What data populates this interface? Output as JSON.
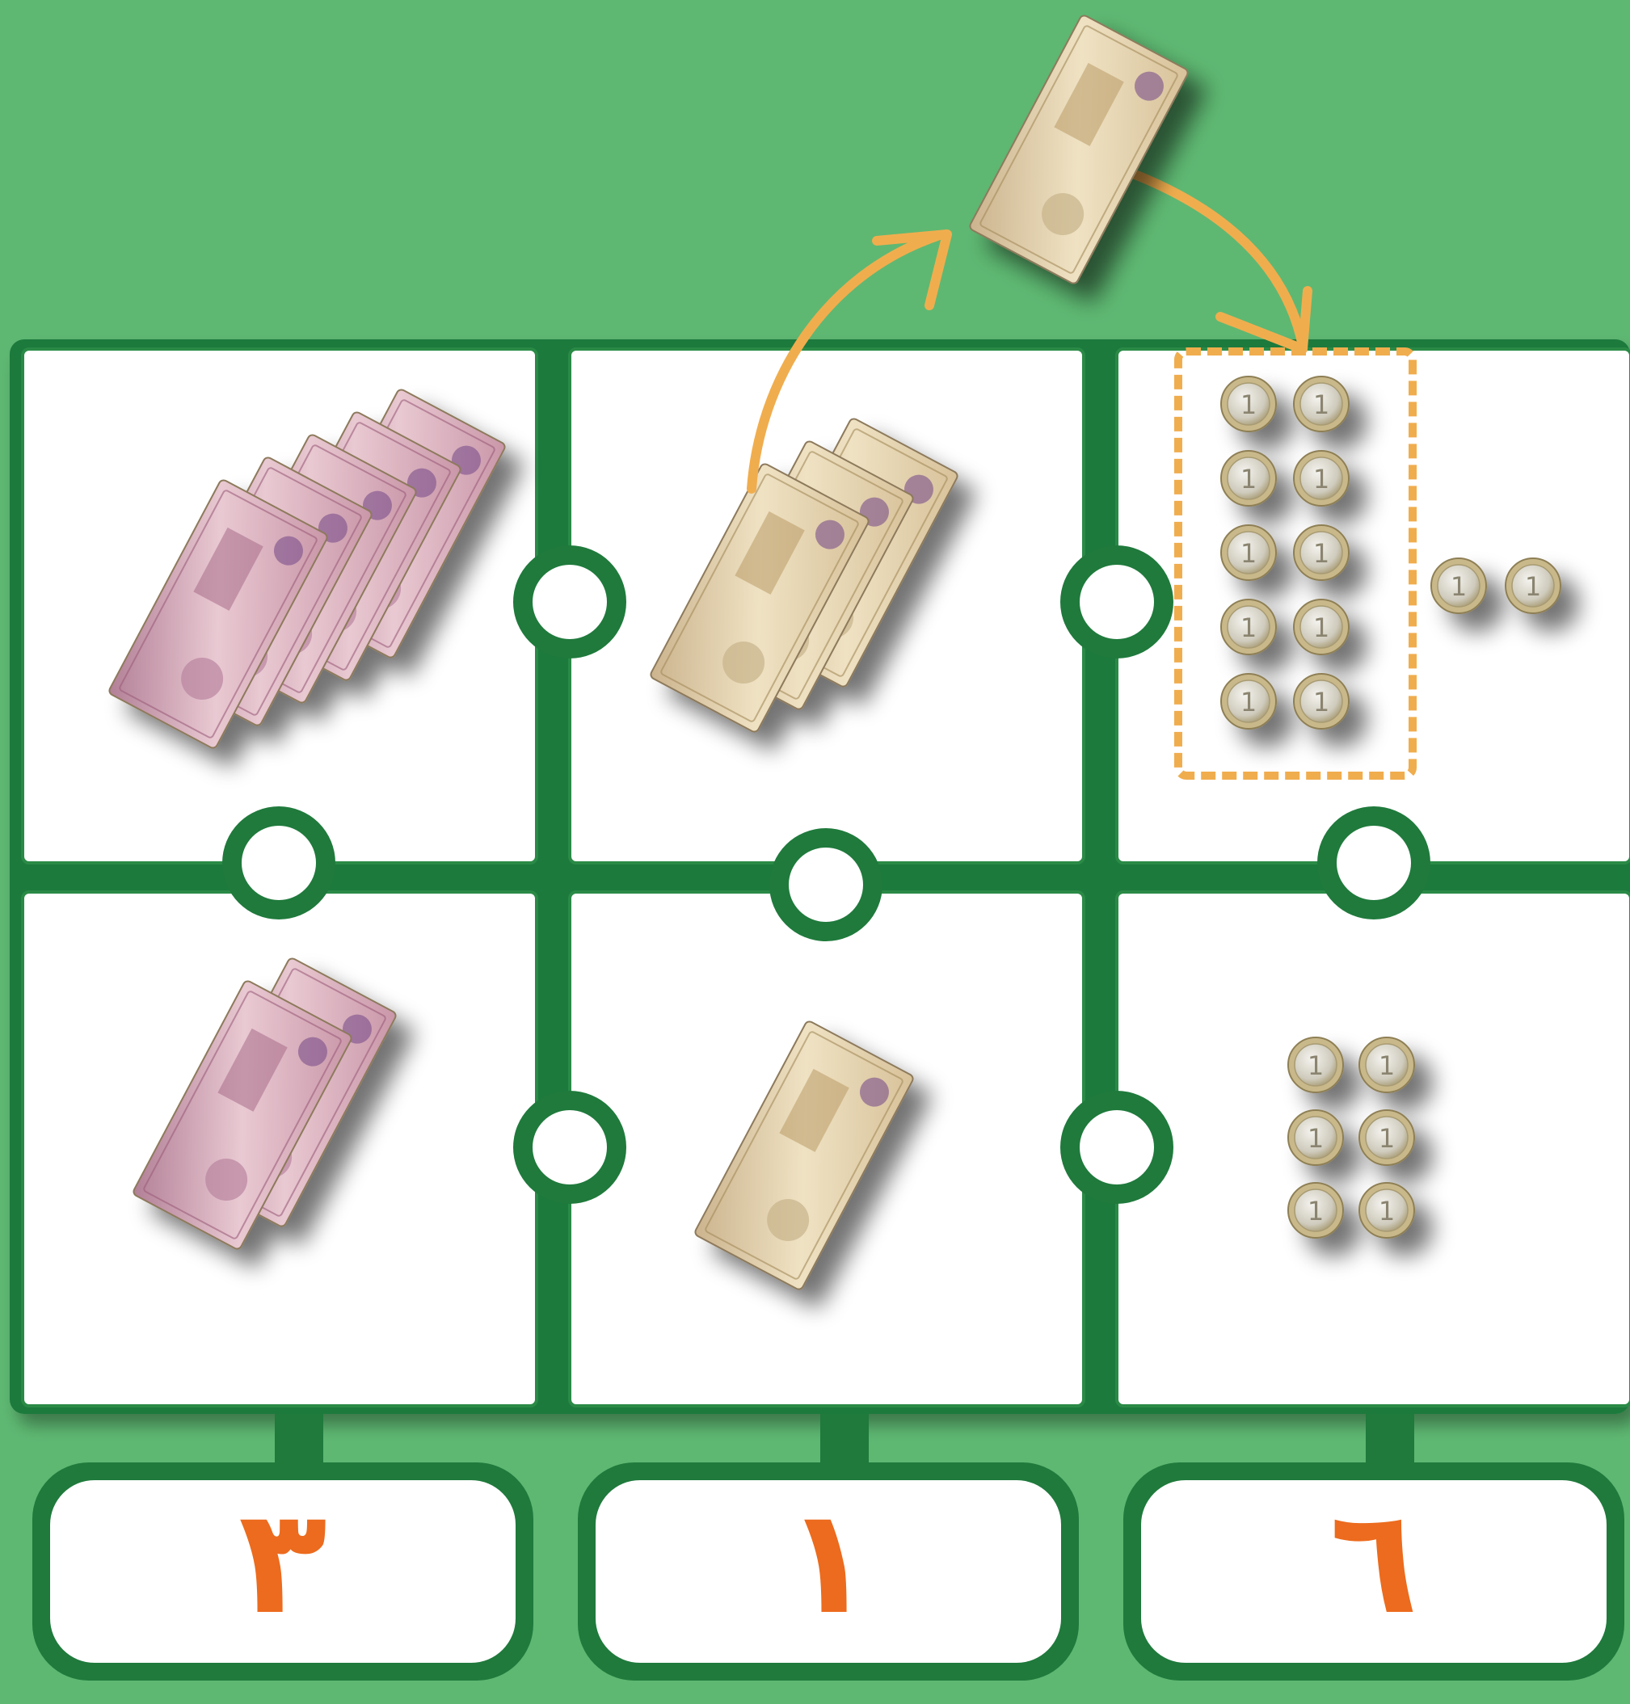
{
  "colors": {
    "background": "#5eb872",
    "board_green": "#1f7a3c",
    "piece_fill": "#ffffff",
    "arrow": "#f0ad4e",
    "numeral": "#ec6b1e",
    "note_100_tint": "#e8d9b4",
    "note_500_tint": "#d6a5b8",
    "coin_rim": "#c9b98a",
    "coin_face": "#dcdad2"
  },
  "puzzle": {
    "columns": [
      {
        "id": "hundreds",
        "top_note": "note-500",
        "top_count": 5,
        "bottom_note": "note-500",
        "bottom_count": 2
      },
      {
        "id": "tens",
        "top_note": "note-100",
        "top_count": 3,
        "bottom_note": "note-100",
        "bottom_count": 1
      },
      {
        "id": "ones",
        "top_coins": 12,
        "grouped_coins": 10,
        "bottom_coins": 6,
        "coin_label": "1"
      }
    ]
  },
  "exchange": {
    "note_label": "note-100",
    "arrow_label": ""
  },
  "digits": {
    "hundreds": "٣",
    "tens": "١",
    "ones": "٦"
  }
}
